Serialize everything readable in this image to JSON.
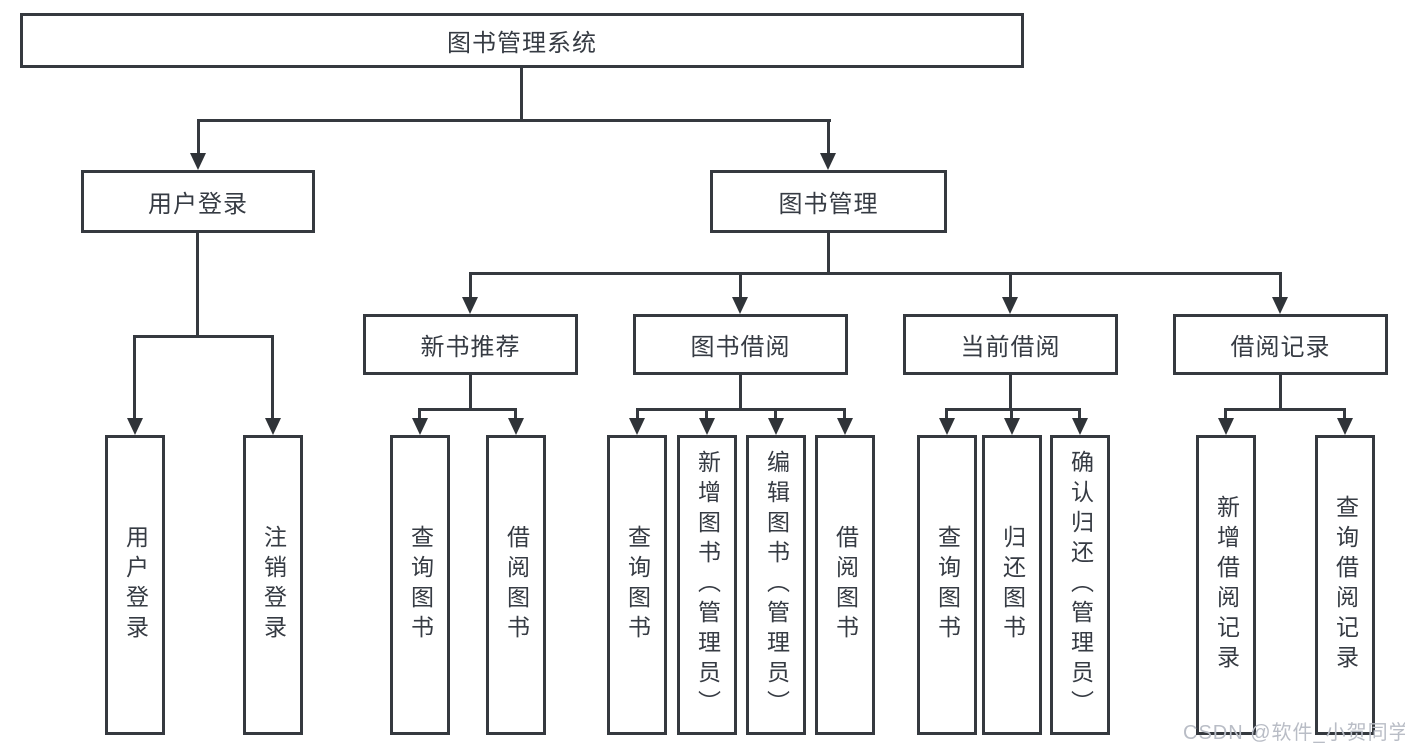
{
  "diagram": {
    "title": "图书管理系统",
    "root": {
      "label": "图书管理系统"
    },
    "level2": {
      "user_login": {
        "label": "用户登录"
      },
      "book_management": {
        "label": "图书管理"
      }
    },
    "level3": {
      "new_book_recommend": {
        "label": "新书推荐"
      },
      "book_borrow": {
        "label": "图书借阅"
      },
      "current_borrow": {
        "label": "当前借阅"
      },
      "borrow_record": {
        "label": "借阅记录"
      }
    },
    "leaves": {
      "user_login": [
        "用户登录",
        "注销登录"
      ],
      "new_book_recommend": [
        "查询图书",
        "借阅图书"
      ],
      "book_borrow": [
        "查询图书",
        "新增图书（管理员）",
        "编辑图书（管理员）",
        "借阅图书"
      ],
      "current_borrow": [
        "查询图书",
        "归还图书",
        "确认归还（管理员）"
      ],
      "borrow_record": [
        "新增借阅记录",
        "查询借阅记录"
      ]
    }
  },
  "watermark": "CSDN @软件_小贺同学",
  "colors": {
    "line": "#35393f",
    "text": "#363b43",
    "watermark": "#b9bdc6",
    "background": "#ffffff"
  }
}
